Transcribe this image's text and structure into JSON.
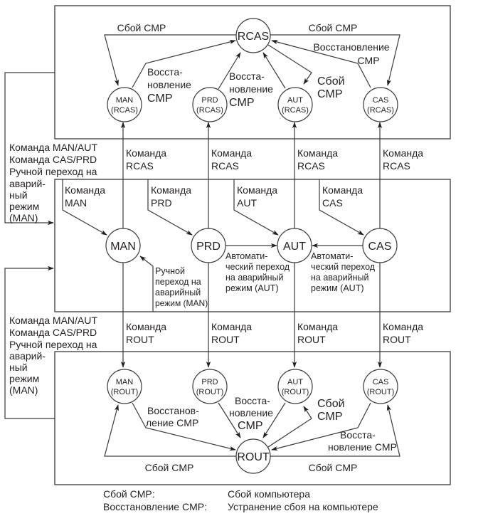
{
  "colors": {
    "stroke": "#3a3a3a",
    "text": "#231f20",
    "background": "#ffffff"
  },
  "nodes": {
    "rcas": "RCAS",
    "man_rcas": [
      "MAN",
      "(RCAS)"
    ],
    "prd_rcas": [
      "PRD",
      "(RCAS)"
    ],
    "aut_rcas": [
      "AUT",
      "(RCAS)"
    ],
    "cas_rcas": [
      "CAS",
      "(RCAS)"
    ],
    "man": "MAN",
    "prd": "PRD",
    "aut": "AUT",
    "cas": "CAS",
    "man_rout": [
      "MAN",
      "(ROUT)"
    ],
    "prd_rout": [
      "PRD",
      "(ROUT)"
    ],
    "aut_rout": [
      "AUT",
      "(ROUT)"
    ],
    "cas_rout": [
      "CAS",
      "(ROUT)"
    ],
    "rout": "ROUT"
  },
  "labels": {
    "top_fail_left": "Сбой CMP",
    "top_fail_right": "Сбой CMP",
    "top_restore_right": [
      "Восстановление",
      "CMP"
    ],
    "top_restore_man": [
      "Восста-",
      "новление",
      "CMP"
    ],
    "top_restore_prd": [
      "Восста-",
      "новление",
      "CMP"
    ],
    "top_fail_aut": [
      "Сбой",
      "CMP"
    ],
    "cmd_rcas": [
      "Команда",
      "RCAS"
    ],
    "cmd_man": [
      "Команда",
      "MAN"
    ],
    "cmd_prd": [
      "Команда",
      "PRD"
    ],
    "cmd_aut": [
      "Команда",
      "AUT"
    ],
    "cmd_cas": [
      "Команда",
      "CAS"
    ],
    "auto_fallback": [
      "Автомати-",
      "ческий переход",
      "на аварийный",
      "режим (AUT)"
    ],
    "manual_fallback": [
      "Ручной",
      "переход на",
      "аварийный",
      "режим (MAN)"
    ],
    "cmd_rout": [
      "Команда",
      "ROUT"
    ],
    "side_commands": [
      "Команда MAN/AUT",
      "Команда CAS/PRD",
      "Ручной переход на",
      "аварий-",
      "ный",
      "режим",
      "(MAN)"
    ],
    "bot_restore_man": [
      "Восстанов-",
      "ление CMP"
    ],
    "bot_restore_prd": [
      "Восста-",
      "новление",
      "CMP"
    ],
    "bot_fail_aut": [
      "Сбой",
      "CMP"
    ],
    "bot_restore_cas": [
      "Восста-",
      "новление CMP"
    ],
    "bot_fail_left": "Сбой CMP",
    "bot_fail_right": "Сбой CMP"
  },
  "legend": [
    {
      "term": "Сбой CMP:",
      "definition": "Сбой компьютера"
    },
    {
      "term": "Восстановление CMP:",
      "definition": "Устранение сбоя на компьютере"
    }
  ]
}
